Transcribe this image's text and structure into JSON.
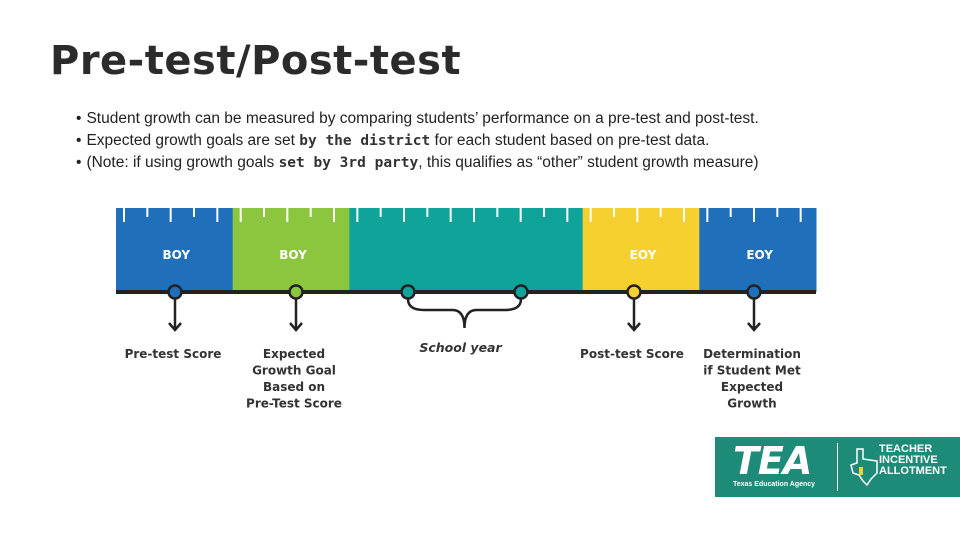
{
  "title": "Pre-test/Post-test",
  "bullets": [
    {
      "before": "Student growth can be measured by comparing students’ performance on a pre-test and post-test.",
      "emphasis": "",
      "after": ""
    },
    {
      "before": "Expected growth goals are set ",
      "emphasis": "by the district",
      "after": " for each student based on pre-test data."
    },
    {
      "before": "(Note: if using growth goals ",
      "emphasis": "set by 3rd party",
      "after": ", this qualifies as “other” student growth measure)"
    }
  ],
  "diagram": {
    "segments": [
      {
        "label": "BOY",
        "color": "#1f6fba"
      },
      {
        "label": "BOY",
        "color": "#8cc63f"
      },
      {
        "label": "",
        "color": "#10a39a"
      },
      {
        "label": "",
        "color": "#10a39a"
      },
      {
        "label": "EOY",
        "color": "#f6d02f"
      },
      {
        "label": "EOY",
        "color": "#1f6fba"
      }
    ],
    "markers": [
      {
        "color": "#1f6fba",
        "caption": [
          "Pre-test Score"
        ]
      },
      {
        "color": "#8cc63f",
        "caption": [
          "Expected",
          "Growth Goal",
          "Based on",
          "Pre-Test Score"
        ]
      },
      {
        "color": "#10a39a",
        "caption": []
      },
      {
        "color": "#10a39a",
        "caption": []
      },
      {
        "color": "#f6d02f",
        "caption": [
          "Post-test Score"
        ]
      },
      {
        "color": "#1f6fba",
        "caption": [
          "Determination",
          "if Student Met",
          "Expected",
          "Growth"
        ]
      }
    ],
    "brace_label": "School year"
  },
  "logo": {
    "brand": "TEA",
    "subtitle": "Texas Education Agency",
    "program": [
      "TEACHER",
      "INCENTIVE",
      "ALLOTMENT"
    ],
    "color": "#1e8a78"
  }
}
